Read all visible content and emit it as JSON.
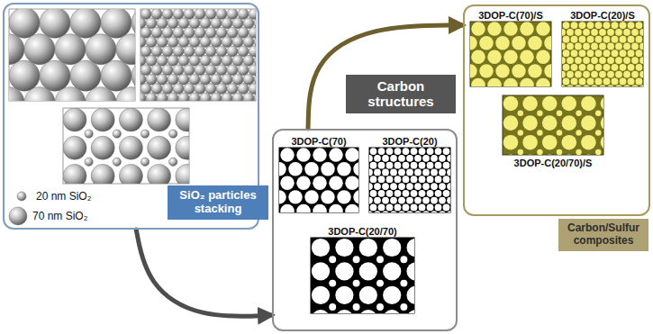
{
  "diagram": {
    "nodes": [
      {
        "text": [
          "SiO₂ particles stacking"
        ]
      },
      {
        "text": [
          "Carbon structures"
        ]
      },
      {
        "text": [
          "3DOP-C(70)"
        ],
        "in": 1
      },
      {
        "text": [
          "3DOP-C(20)"
        ],
        "in": 1
      },
      {
        "text": [
          "3DOP-C(20/70)"
        ],
        "in": 1
      },
      {
        "text": [
          "Carbon/Sulfur composites"
        ]
      },
      {
        "text": [
          "3DOP-C(70)/S"
        ],
        "in": 5
      },
      {
        "text": [
          "3DOP-C(20)/S"
        ],
        "in": 5
      },
      {
        "text": [
          "3DOP-C(20/70)/S"
        ],
        "in": 5
      }
    ],
    "edges": [
      {
        "from": 0,
        "to": 1,
        "arrow": "to"
      },
      {
        "from": 1,
        "to": 5,
        "arrow": "to"
      }
    ],
    "legend": [
      {
        "text": "20 nm SiO₂"
      },
      {
        "text": "70 nm SiO₂"
      }
    ]
  }
}
